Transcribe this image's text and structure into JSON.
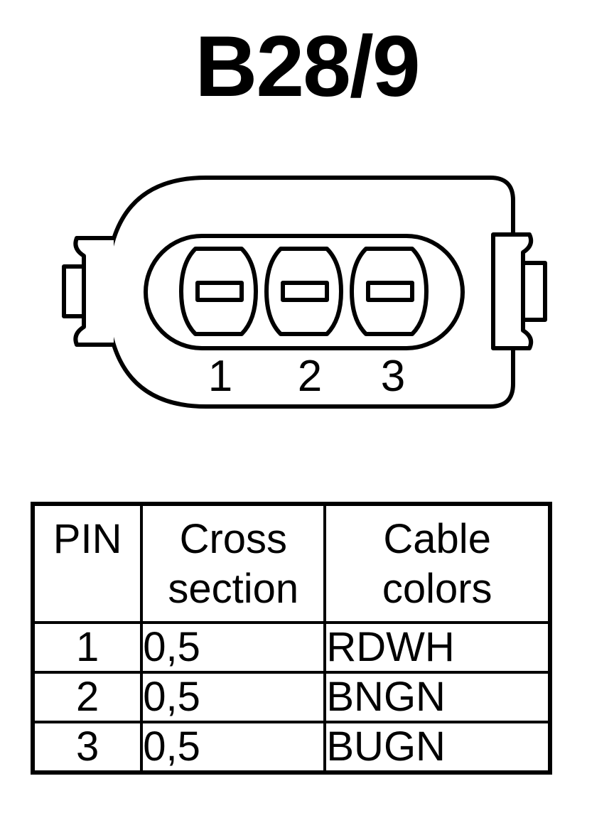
{
  "title": "B28/9",
  "connector": {
    "pin_labels": [
      "1",
      "2",
      "3"
    ]
  },
  "table": {
    "headers": {
      "pin": "PIN",
      "cross_section": [
        "Cross",
        "section"
      ],
      "cable_colors": [
        "Cable",
        "colors"
      ]
    },
    "rows": [
      {
        "pin": "1",
        "cross_section": "0,5",
        "cable_color": "RDWH"
      },
      {
        "pin": "2",
        "cross_section": "0,5",
        "cable_color": "BNGN"
      },
      {
        "pin": "3",
        "cross_section": "0,5",
        "cable_color": "BUGN"
      }
    ]
  }
}
